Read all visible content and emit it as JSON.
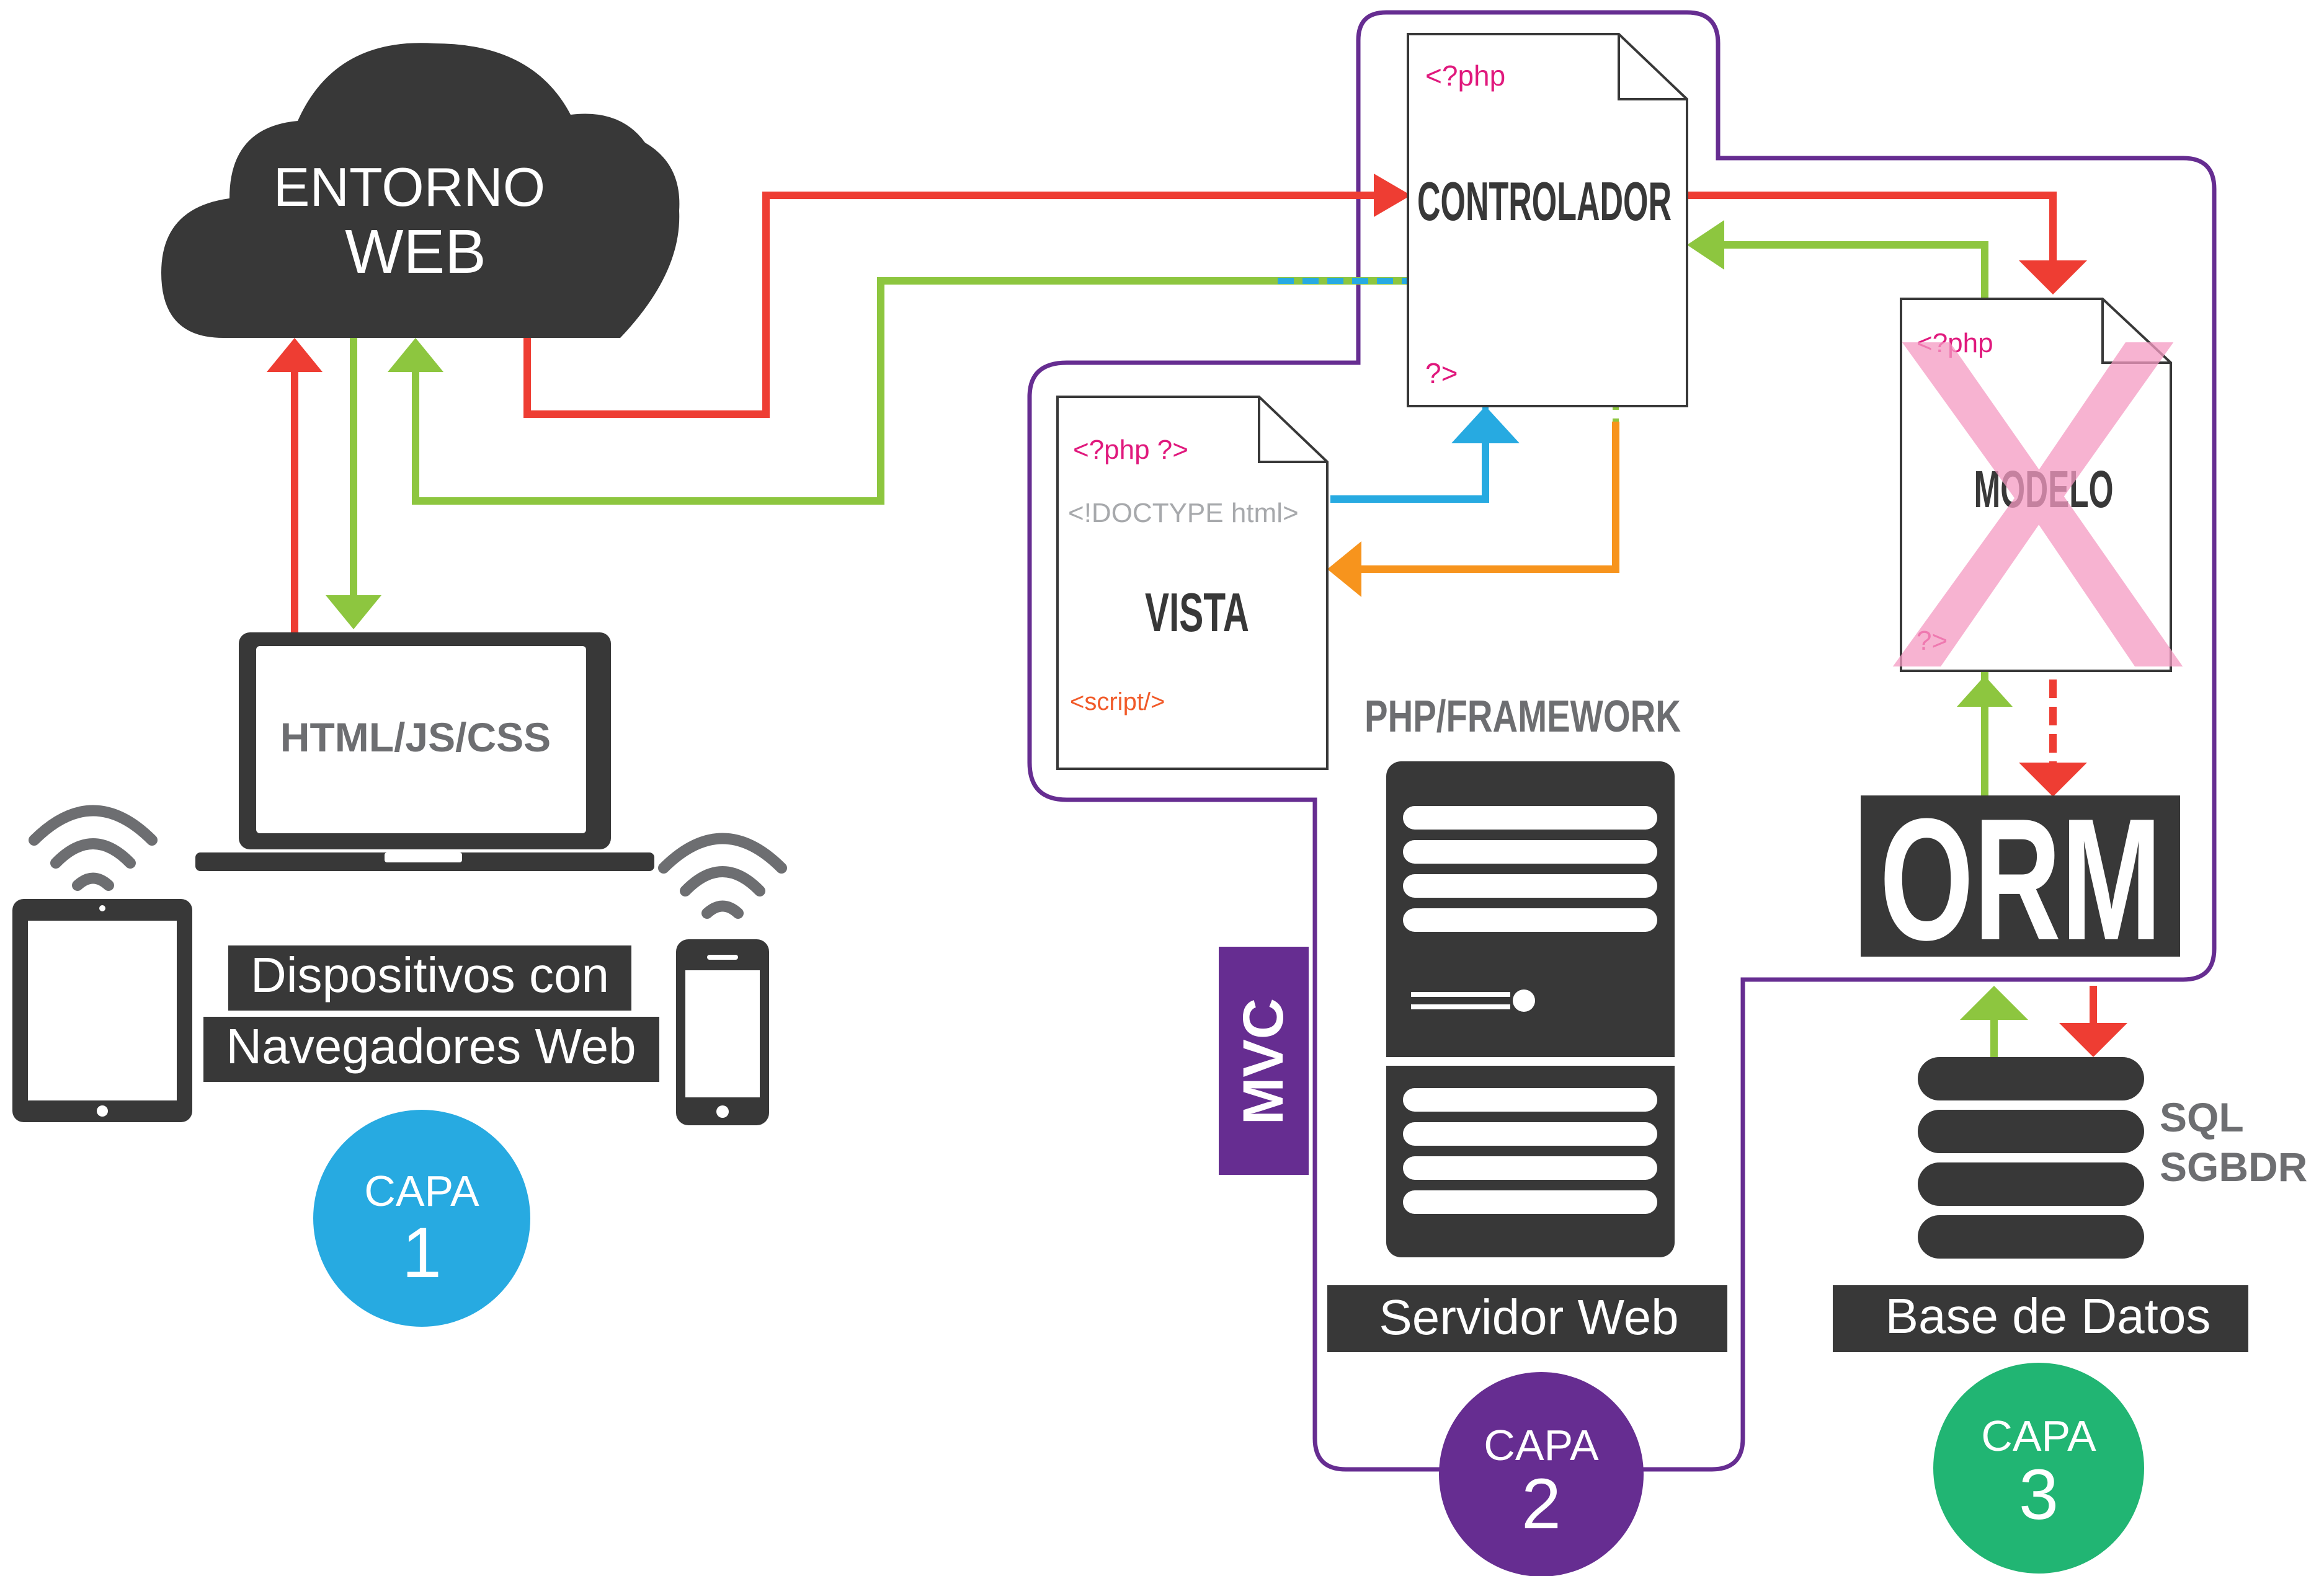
{
  "cloud": {
    "line1": "ENTORNO",
    "line2": "WEB"
  },
  "laptop": {
    "screen_text": "HTML/JS/CSS"
  },
  "devices": {
    "label_line1": "Dispositivos con",
    "label_line2": "Navegadores Web"
  },
  "capa1": {
    "label": "CAPA",
    "number": "1"
  },
  "controlador": {
    "open_tag": "<?php",
    "title": "CONTROLADOR",
    "close_tag": "?>"
  },
  "vista": {
    "php_tag": "<?php  ?>",
    "doctype": "<!DOCTYPE html>",
    "title": "VISTA",
    "script_tag": "<script/>"
  },
  "modelo": {
    "open_tag": "<?php",
    "title": "MODELO",
    "close_tag": "?>",
    "cross": "X"
  },
  "orm": {
    "label": "ORM"
  },
  "server": {
    "framework_label": "PHP/FRAMEWORK",
    "label": "Servidor Web"
  },
  "mvc": {
    "label": "MVC"
  },
  "capa2": {
    "label": "CAPA",
    "number": "2"
  },
  "database": {
    "line1": "SQL",
    "line2": "SGBDR",
    "label": "Base de Datos"
  },
  "capa3": {
    "label": "CAPA",
    "number": "3"
  },
  "colors": {
    "request": "#ee3d33",
    "response": "#8dc63f",
    "view_request": "#27aae1",
    "view_response": "#f7941d",
    "mvc_border": "#662d91",
    "dark": "#383838",
    "php_tag": "#e0197d",
    "capa1": "#27aae1",
    "capa2": "#662d91",
    "capa3": "#21b573",
    "cross": "#f49ac1"
  }
}
